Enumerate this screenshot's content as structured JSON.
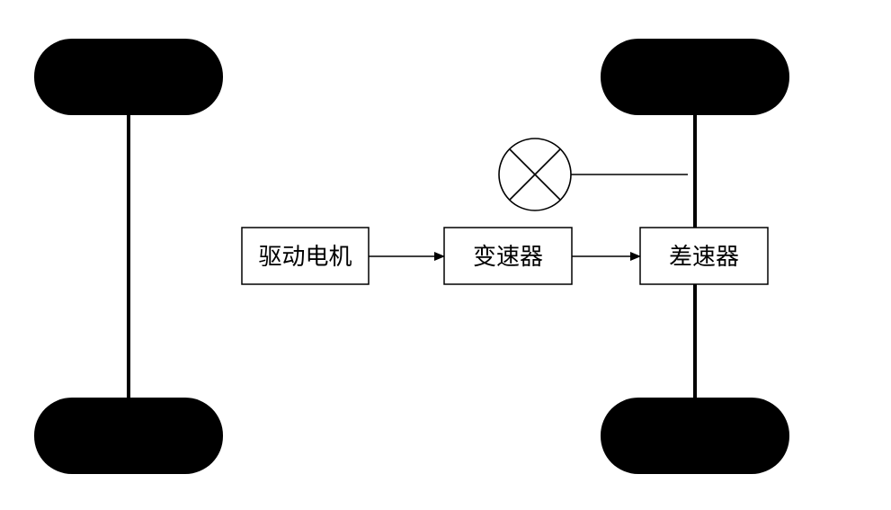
{
  "diagram": {
    "type": "drivetrain-block-diagram",
    "nodes": {
      "motor": {
        "label": "驱动电机"
      },
      "gearbox": {
        "label": "变速器"
      },
      "differential": {
        "label": "差速器"
      }
    },
    "edges": [
      {
        "from": "motor",
        "to": "gearbox",
        "directed": true
      },
      {
        "from": "gearbox",
        "to": "differential",
        "directed": true
      }
    ],
    "symbols": {
      "indicator": {
        "icon": "circle-x-icon"
      }
    },
    "colors": {
      "stroke": "#000000",
      "wheel_fill": "#000000",
      "background": "#ffffff"
    }
  }
}
